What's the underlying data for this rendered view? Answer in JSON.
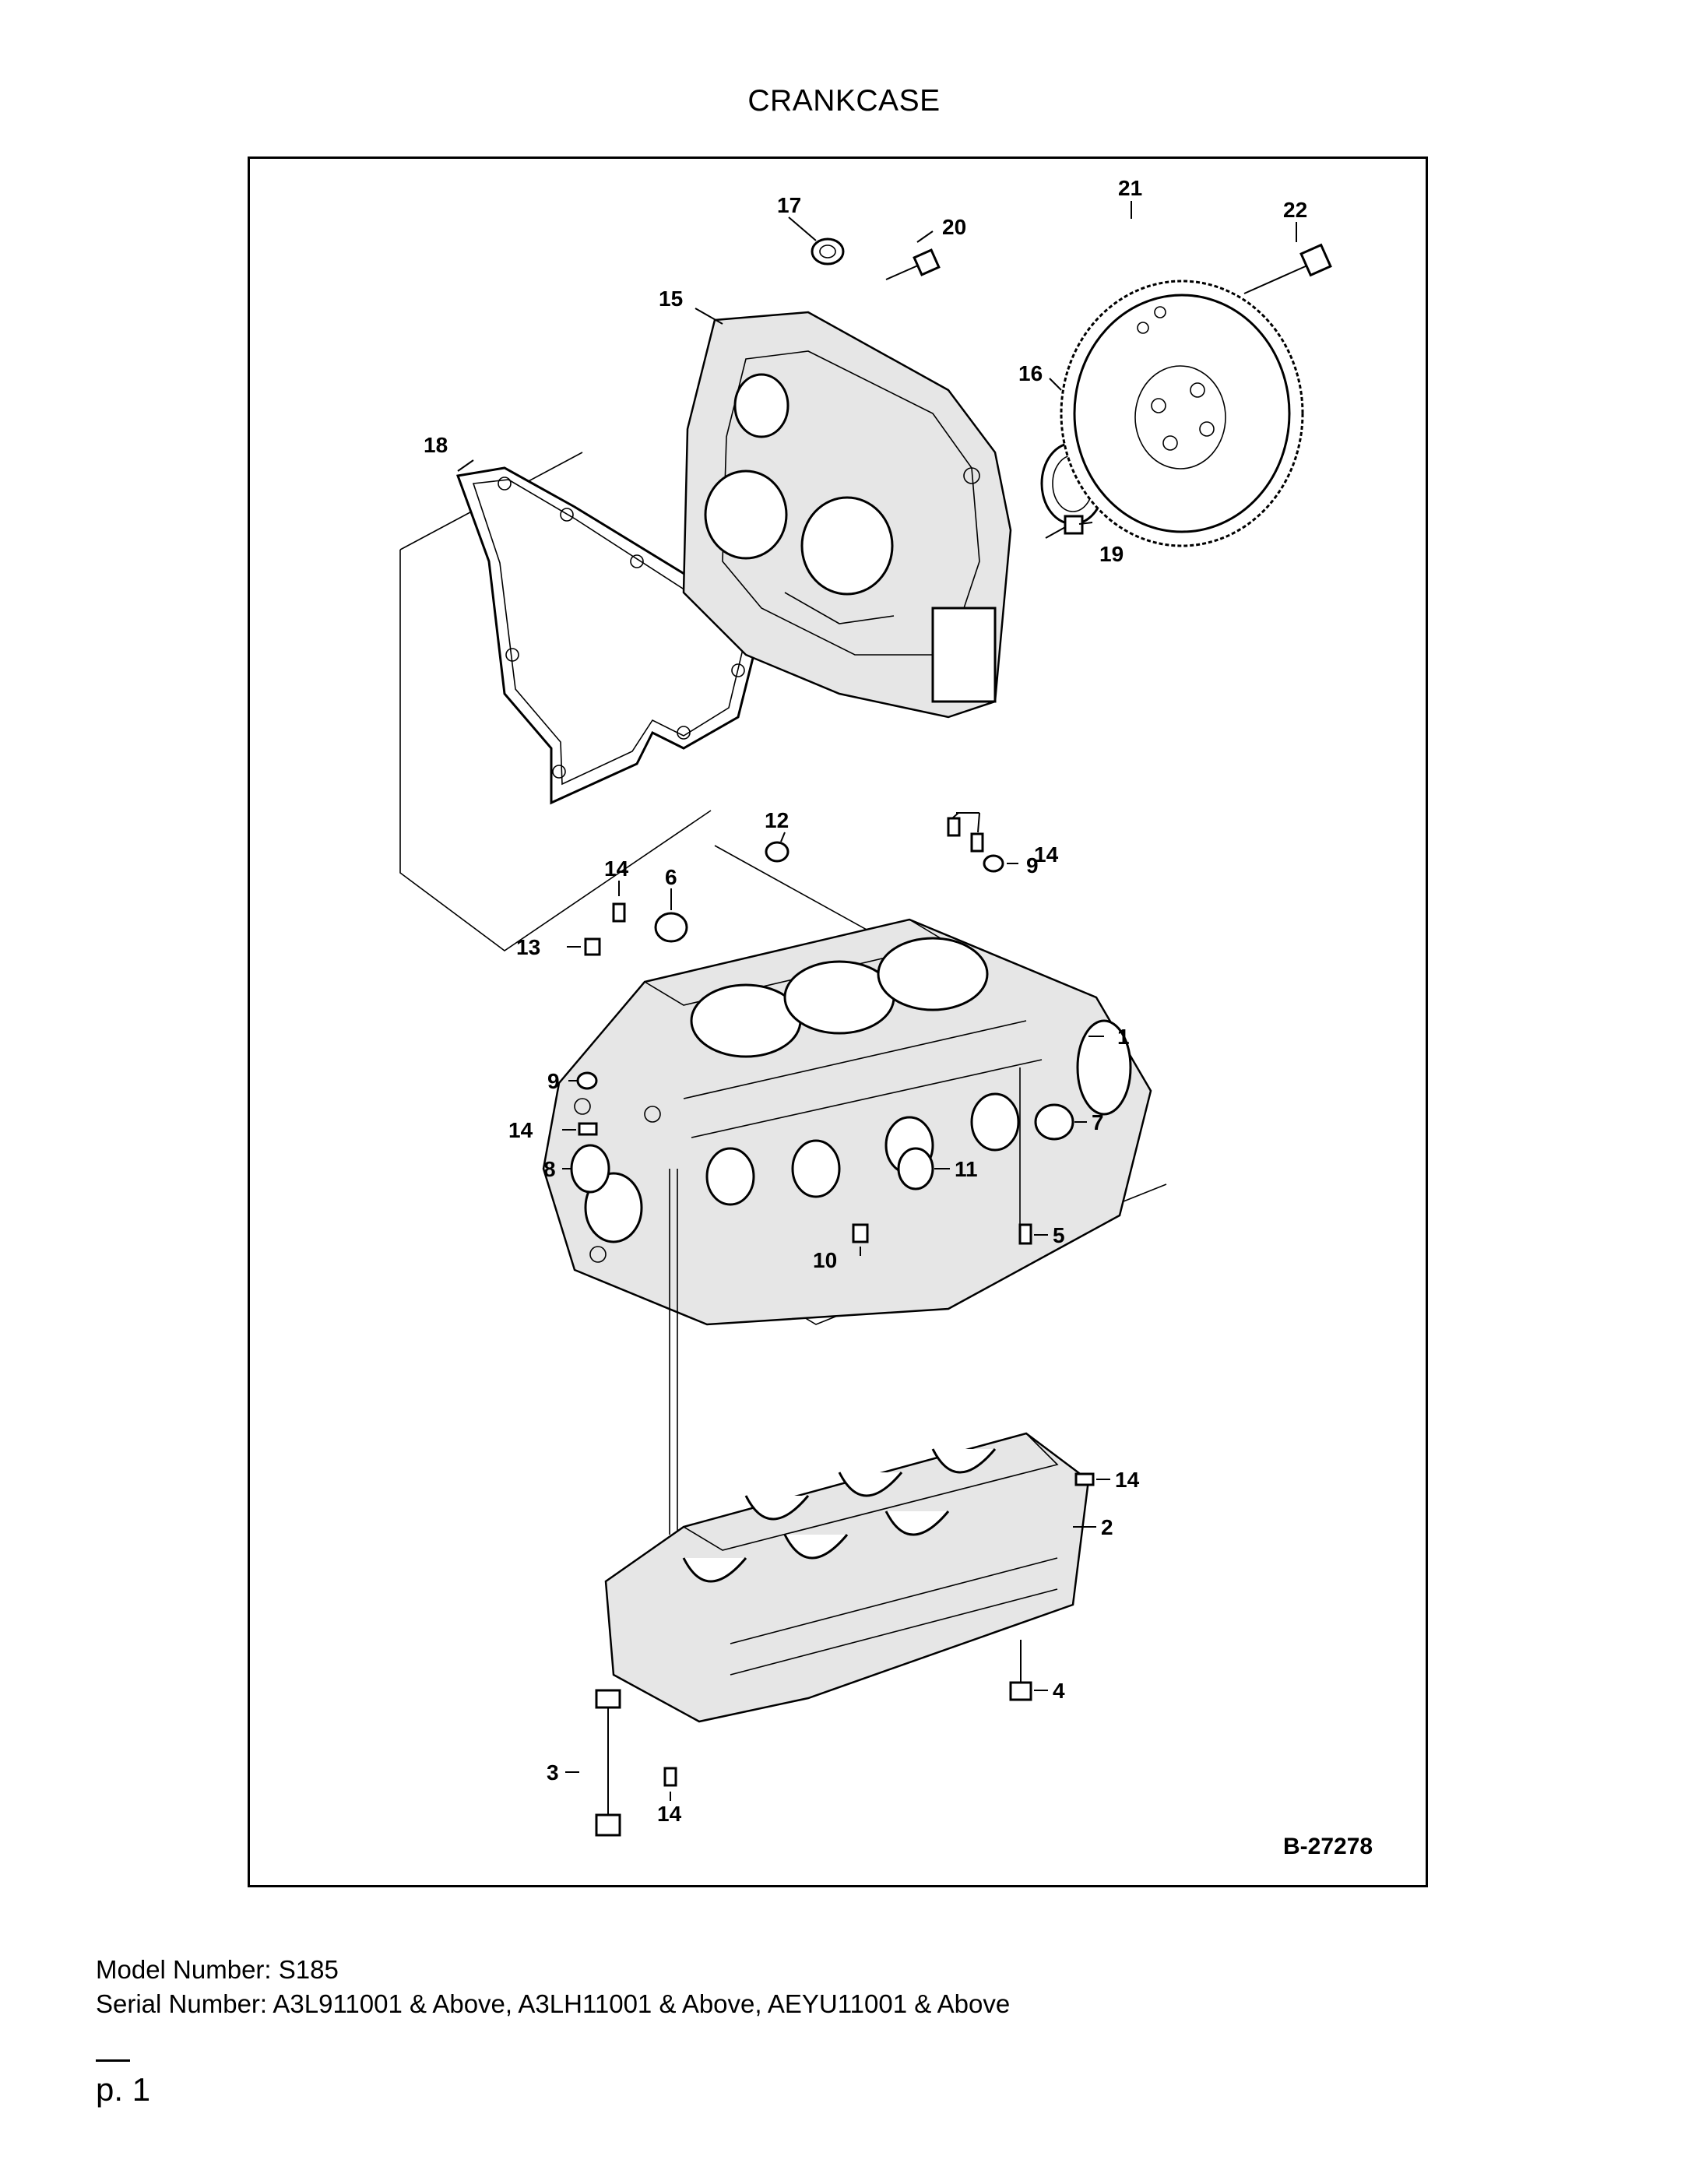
{
  "page_title": "CRANKCASE",
  "figure_ref": "B-27278",
  "callouts": {
    "c1": "1",
    "c2": "2",
    "c3": "3",
    "c4": "4",
    "c5": "5",
    "c6": "6",
    "c7": "7",
    "c8": "8",
    "c9a": "9",
    "c9b": "9",
    "c10": "10",
    "c11": "11",
    "c12": "12",
    "c13": "13",
    "c14a": "14",
    "c14b": "14",
    "c14c": "14",
    "c14d": "14",
    "c14e": "14",
    "c15": "15",
    "c16": "16",
    "c17": "17",
    "c18": "18",
    "c19": "19",
    "c20": "20",
    "c21": "21",
    "c22": "22"
  },
  "footer": {
    "model_line": "Model Number: S185",
    "serial_line": "Serial Number: A3L911001 & Above, A3LH11001 & Above, AEYU11001 & Above"
  },
  "page_number": "p. 1"
}
